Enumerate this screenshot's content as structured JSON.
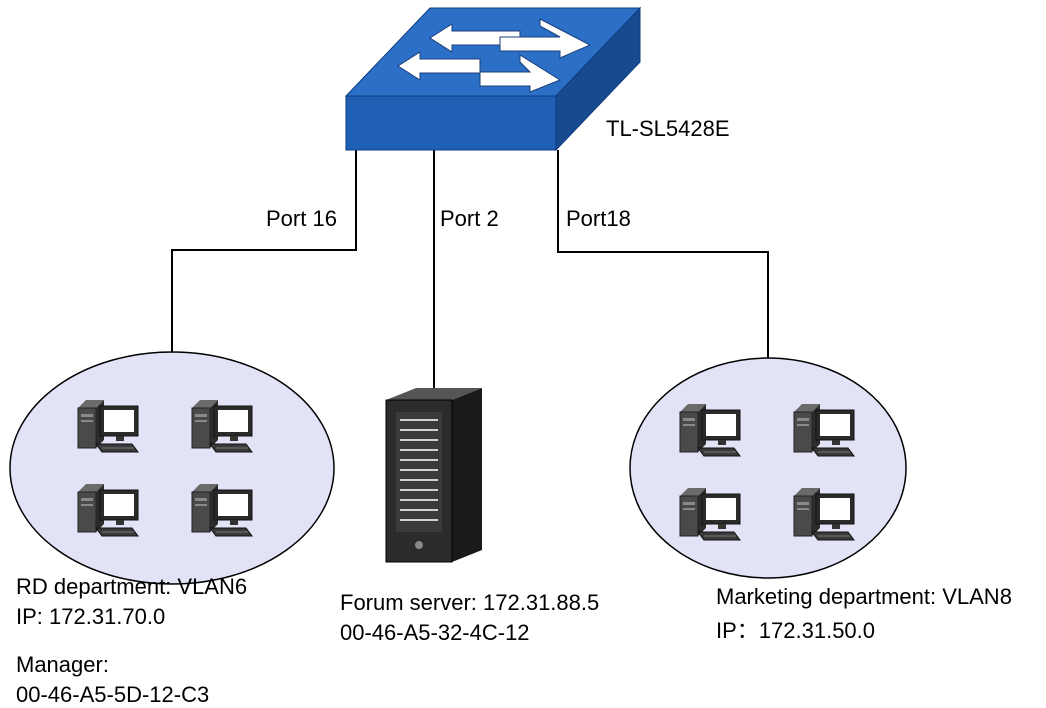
{
  "switch": {
    "model": "TL-SL5428E"
  },
  "ports": {
    "left": "Port 16",
    "center": "Port 2",
    "right": "Port18"
  },
  "rd_group": {
    "line1": "RD department: VLAN6",
    "line2": "IP: 172.31.70.0",
    "manager_label": "Manager:",
    "manager_mac": "00-46-A5-5D-12-C3"
  },
  "server": {
    "line1": "Forum server: 172.31.88.5",
    "line2": "00-46-A5-32-4C-12"
  },
  "marketing_group": {
    "line1": "Marketing department: VLAN8",
    "line2": "IP：172.31.50.0"
  },
  "colors": {
    "switch_blue": "#1f5fb4",
    "switch_dark": "#174a8f",
    "group_fill": "#e3e3f7",
    "wire": "#000000"
  },
  "icons": [
    "switch-icon",
    "server-tower-icon",
    "desktop-computer-icon"
  ]
}
